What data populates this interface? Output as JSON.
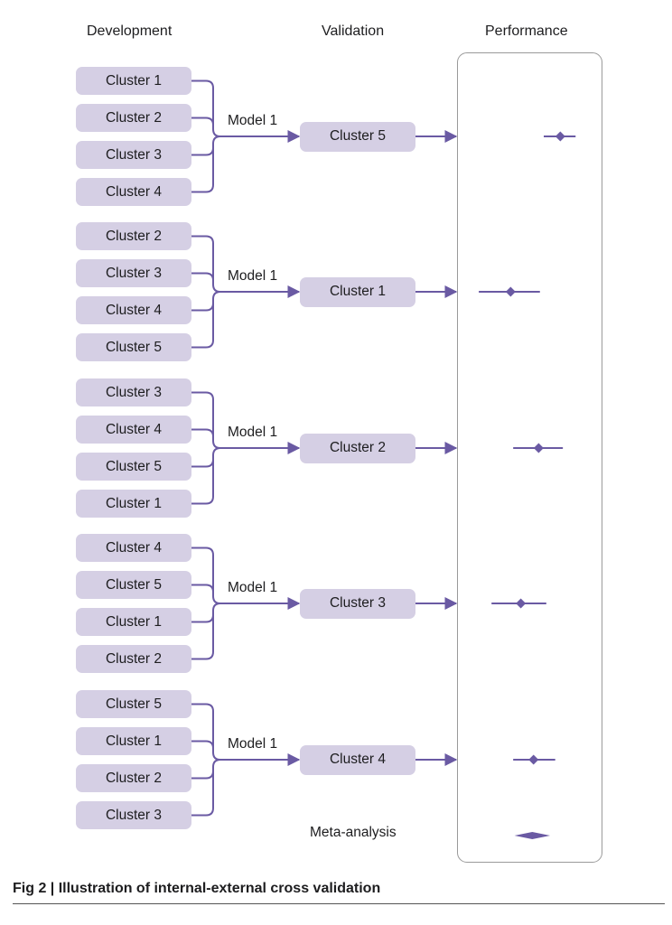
{
  "headers": {
    "development": "Development",
    "validation": "Validation",
    "performance": "Performance"
  },
  "folds": [
    {
      "development": [
        "Cluster 1",
        "Cluster 2",
        "Cluster 3",
        "Cluster 4"
      ],
      "model": "Model 1",
      "validation": "Cluster 5",
      "estimate": 0.74,
      "ci": [
        0.61,
        0.86
      ]
    },
    {
      "development": [
        "Cluster 2",
        "Cluster 3",
        "Cluster 4",
        "Cluster 5"
      ],
      "model": "Model 1",
      "validation": "Cluster 1",
      "estimate": 0.35,
      "ci": [
        0.1,
        0.58
      ]
    },
    {
      "development": [
        "Cluster 3",
        "Cluster 4",
        "Cluster 5",
        "Cluster 1"
      ],
      "model": "Model 1",
      "validation": "Cluster 2",
      "estimate": 0.57,
      "ci": [
        0.37,
        0.76
      ]
    },
    {
      "development": [
        "Cluster 4",
        "Cluster 5",
        "Cluster 1",
        "Cluster 2"
      ],
      "model": "Model 1",
      "validation": "Cluster 3",
      "estimate": 0.43,
      "ci": [
        0.2,
        0.63
      ]
    },
    {
      "development": [
        "Cluster 5",
        "Cluster 1",
        "Cluster 2",
        "Cluster 3"
      ],
      "model": "Model 1",
      "validation": "Cluster 4",
      "estimate": 0.53,
      "ci": [
        0.37,
        0.7
      ]
    }
  ],
  "meta_analysis": {
    "label": "Meta-analysis",
    "estimate": 0.52,
    "ci": [
      0.38,
      0.66
    ]
  },
  "caption": "Fig 2 | Illustration of internal-external cross validation",
  "colors": {
    "box": "#d5cfe4",
    "line": "#6a5aa3"
  }
}
